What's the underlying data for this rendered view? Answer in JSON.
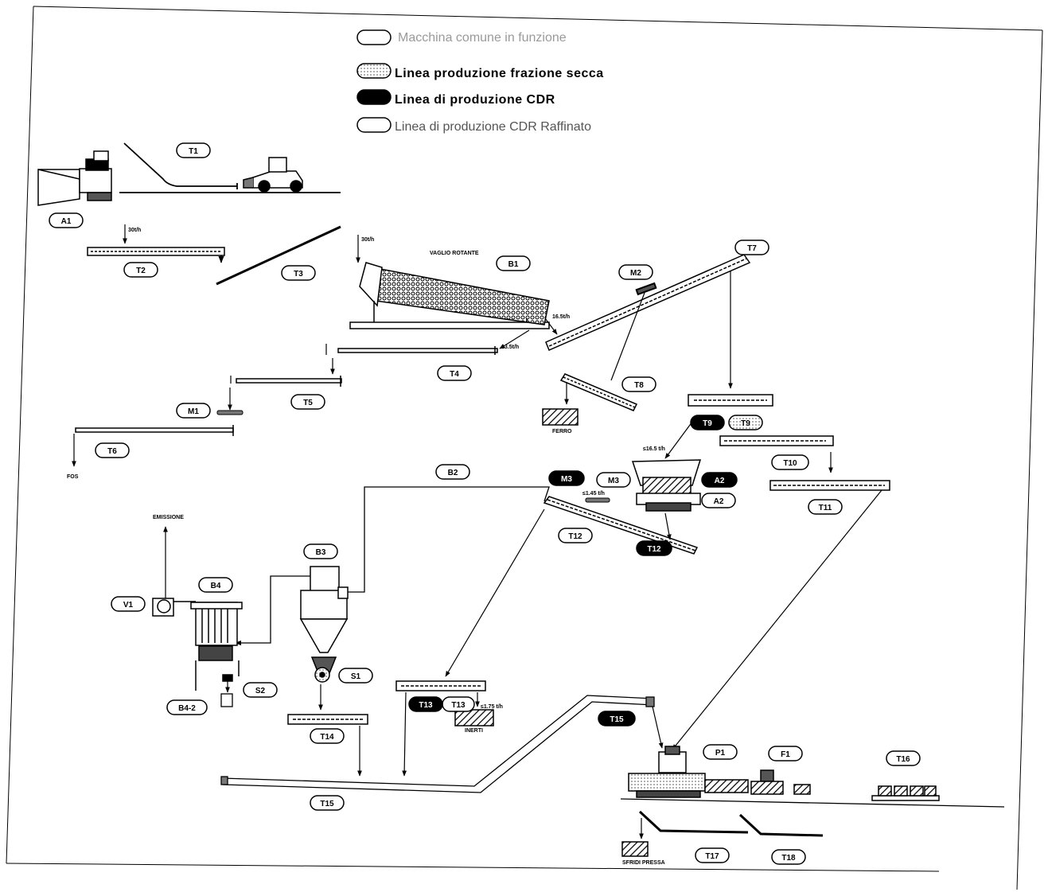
{
  "legend": [
    {
      "text": "Macchina comune in funzione",
      "style": "white"
    },
    {
      "text": "Linea produzione frazione secca",
      "style": "hatched"
    },
    {
      "text": "Linea di produzione CDR",
      "style": "black"
    },
    {
      "text": "Linea di produzione CDR Raffinato",
      "style": "white"
    }
  ],
  "labels": {
    "A1": "A1",
    "T1": "T1",
    "T2": "T2",
    "T3": "T3",
    "B1": "B1",
    "M2": "M2",
    "T7": "T7",
    "T4": "T4",
    "T5": "T5",
    "T8": "T8",
    "M1": "M1",
    "T6": "T6",
    "T9": "T9",
    "T10": "T10",
    "T11": "T11",
    "B2": "B2",
    "M3": "M3",
    "A2": "A2",
    "T12": "T12",
    "B3": "B3",
    "B4": "B4",
    "V1": "V1",
    "S1": "S1",
    "S2": "S2",
    "B4_2": "B4-2",
    "T13": "T13",
    "T14": "T14",
    "T15": "T15",
    "P1": "P1",
    "F1": "F1",
    "T16": "T16",
    "T17": "T17",
    "T18": "T18"
  },
  "annotations": {
    "flow_30a": "30t/h",
    "flow_30b": "30t/h",
    "vaglio": "VAGLIO ROTANTE",
    "flow_16_5": "16.5t/h",
    "flow_13_5": "13.5t/h",
    "flow_16_5b": "≤16.5 t/h",
    "flow_1_45": "≤1.45 t/h",
    "flow_1_75": "≤1.75 t/h",
    "fos": "FOS",
    "ferro": "FERRO",
    "inerti": "INERTI",
    "emissione": "EMISSIONE",
    "sfridi": "SFRIDI PRESSA"
  },
  "colors": {
    "line": "#000000",
    "paper": "#ffffff",
    "hatch": "#bdbdbd"
  }
}
